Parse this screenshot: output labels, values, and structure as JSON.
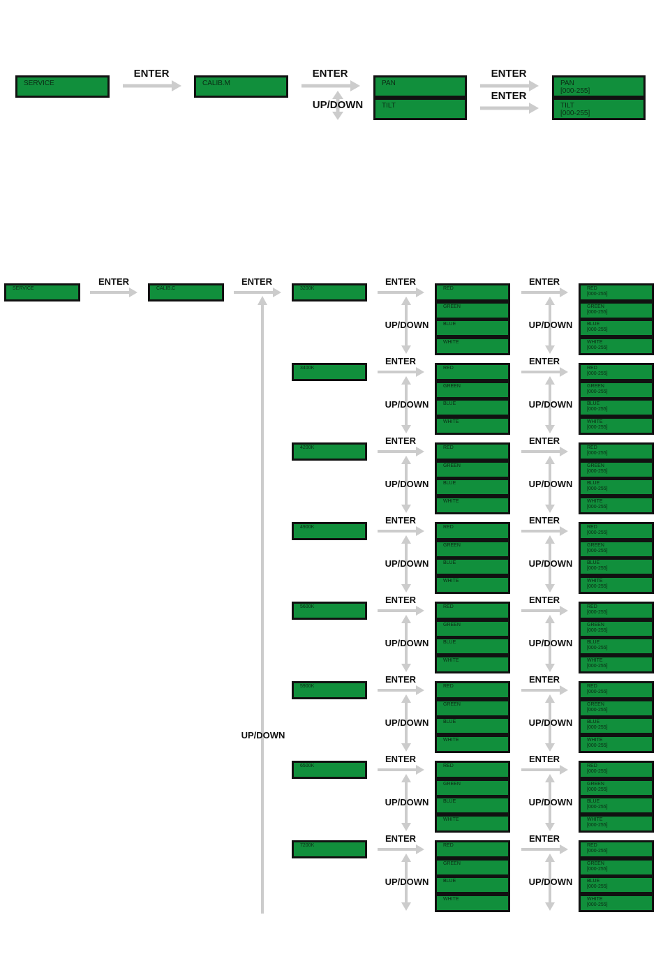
{
  "colors": {
    "box_fill": "#118f3c",
    "box_border": "#111111",
    "arrow": "#cccccc",
    "label": "#111111"
  },
  "icons": {
    "arrow_right": "arrow-right-icon",
    "arrow_up_down": "arrow-up-down-icon"
  },
  "pan_tilt_menu": {
    "enter_label": "ENTER",
    "updown_label": "UP/DOWN",
    "service": "SERVICE",
    "calib_m": "CALIB.M",
    "options": [
      {
        "name": "PAN",
        "range": "[000-255]"
      },
      {
        "name": "TILT",
        "range": "[000-255]"
      }
    ]
  },
  "color_calibration_menu": {
    "enter_label": "ENTER",
    "updown_label": "UP/DOWN",
    "service": "SERVICE",
    "calib_c": "CALIB.C",
    "color_temperatures": [
      {
        "label": "3200K",
        "channels": [
          {
            "name": "RED",
            "range": "[000-255]"
          },
          {
            "name": "GREEN",
            "range": "[000-255]"
          },
          {
            "name": "BLUE",
            "range": "[000-255]"
          },
          {
            "name": "WHITE",
            "range": "[000-255]"
          }
        ]
      },
      {
        "label": "3400K",
        "channels": [
          {
            "name": "RED",
            "range": "[000-255]"
          },
          {
            "name": "GREEN",
            "range": "[000-255]"
          },
          {
            "name": "BLUE",
            "range": "[000-255]"
          },
          {
            "name": "WHITE",
            "range": "[000-255]"
          }
        ]
      },
      {
        "label": "4200K",
        "channels": [
          {
            "name": "RED",
            "range": "[000-255]"
          },
          {
            "name": "GREEN",
            "range": "[000-255]"
          },
          {
            "name": "BLUE",
            "range": "[000-255]"
          },
          {
            "name": "WHITE",
            "range": "[000-255]"
          }
        ]
      },
      {
        "label": "4900K",
        "channels": [
          {
            "name": "RED",
            "range": "[000-255]"
          },
          {
            "name": "GREEN",
            "range": "[000-255]"
          },
          {
            "name": "BLUE",
            "range": "[000-255]"
          },
          {
            "name": "WHITE",
            "range": "[000-255]"
          }
        ]
      },
      {
        "label": "5600K",
        "channels": [
          {
            "name": "RED",
            "range": "[000-255]"
          },
          {
            "name": "GREEN",
            "range": "[000-255]"
          },
          {
            "name": "BLUE",
            "range": "[000-255]"
          },
          {
            "name": "WHITE",
            "range": "[000-255]"
          }
        ]
      },
      {
        "label": "5900K",
        "channels": [
          {
            "name": "RED",
            "range": "[000-255]"
          },
          {
            "name": "GREEN",
            "range": "[000-255]"
          },
          {
            "name": "BLUE",
            "range": "[000-255]"
          },
          {
            "name": "WHITE",
            "range": "[000-255]"
          }
        ]
      },
      {
        "label": "6500K",
        "channels": [
          {
            "name": "RED",
            "range": "[000-255]"
          },
          {
            "name": "GREEN",
            "range": "[000-255]"
          },
          {
            "name": "BLUE",
            "range": "[000-255]"
          },
          {
            "name": "WHITE",
            "range": "[000-255]"
          }
        ]
      },
      {
        "label": "7200K",
        "channels": [
          {
            "name": "RED",
            "range": "[000-255]"
          },
          {
            "name": "GREEN",
            "range": "[000-255]"
          },
          {
            "name": "BLUE",
            "range": "[000-255]"
          },
          {
            "name": "WHITE",
            "range": "[000-255]"
          }
        ]
      }
    ]
  }
}
